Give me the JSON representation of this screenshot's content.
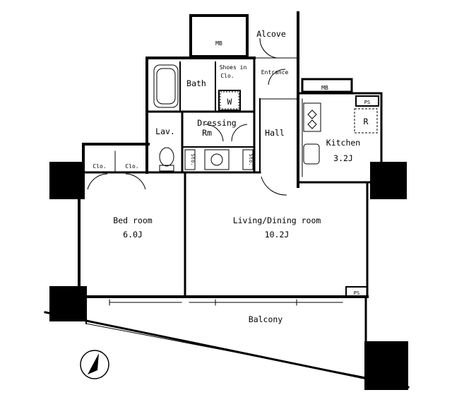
{
  "rooms": {
    "bedroom": {
      "name": "Bed room",
      "size": "6.0J"
    },
    "living": {
      "name": "Living/Dining room",
      "size": "10.2J"
    },
    "kitchen": {
      "name": "Kitchen",
      "size": "3.2J"
    },
    "balcony": {
      "name": "Balcony"
    },
    "bath": {
      "name": "Bath"
    },
    "lav": {
      "name": "Lav."
    },
    "dressing": {
      "line1": "Dressing",
      "line2": "Rm"
    },
    "hall": {
      "name": "Hall"
    },
    "entrance": {
      "name": "Entrance"
    },
    "alcove": {
      "name": "Alcove"
    },
    "shoes": {
      "line1": "Shoes in",
      "line2": "Clo."
    }
  },
  "fixtures": {
    "mb_top": "MB",
    "mb_kitchen": "MB",
    "ps_kitchen": "PS",
    "ps_living": "PS",
    "refrigerator": "R",
    "washer": "W",
    "closet_left": "Clo.",
    "closet_right": "Clo.",
    "storage_left": "Sto.",
    "storage_right": "Sto."
  }
}
